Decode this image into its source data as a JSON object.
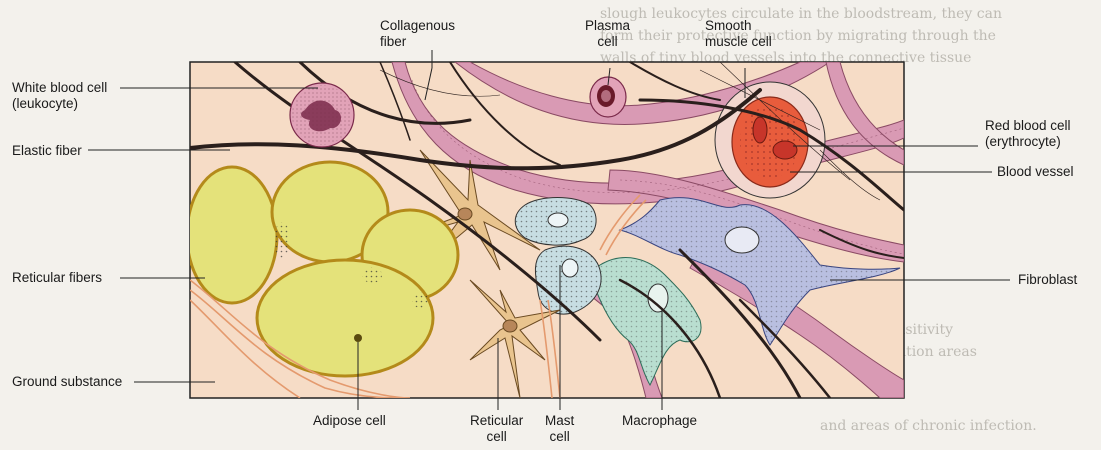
{
  "labels": {
    "white_blood_cell": [
      "White blood cell",
      "(leukocyte)"
    ],
    "elastic_fiber": "Elastic fiber",
    "reticular_fibers": "Reticular fibers",
    "ground_substance": "Ground substance",
    "collagenous_fiber": [
      "Collagenous",
      "fiber"
    ],
    "plasma_cell": [
      "Plasma",
      "cell"
    ],
    "smooth_muscle_cell": [
      "Smooth",
      "muscle cell"
    ],
    "red_blood_cell": [
      "Red blood cell",
      "(erythrocyte)"
    ],
    "blood_vessel": "Blood vessel",
    "fibroblast": "Fibroblast",
    "adipose_cell": "Adipose cell",
    "reticular_cell": [
      "Reticular",
      "cell"
    ],
    "mast_cell": [
      "Mast",
      "cell"
    ],
    "macrophage": "Macrophage"
  },
  "colors": {
    "tissue_background": "#f6dcc6",
    "collagen": "#d99ab4",
    "adipose": "#e4e27a",
    "elastic": "#2a1f1c",
    "reticular": "#e49a6e",
    "fibroblast": "#b9bfe0",
    "mast_cell": "#c7dde2",
    "macrophage": "#b9ded0",
    "blood_vessel": "#e85c3c"
  }
}
